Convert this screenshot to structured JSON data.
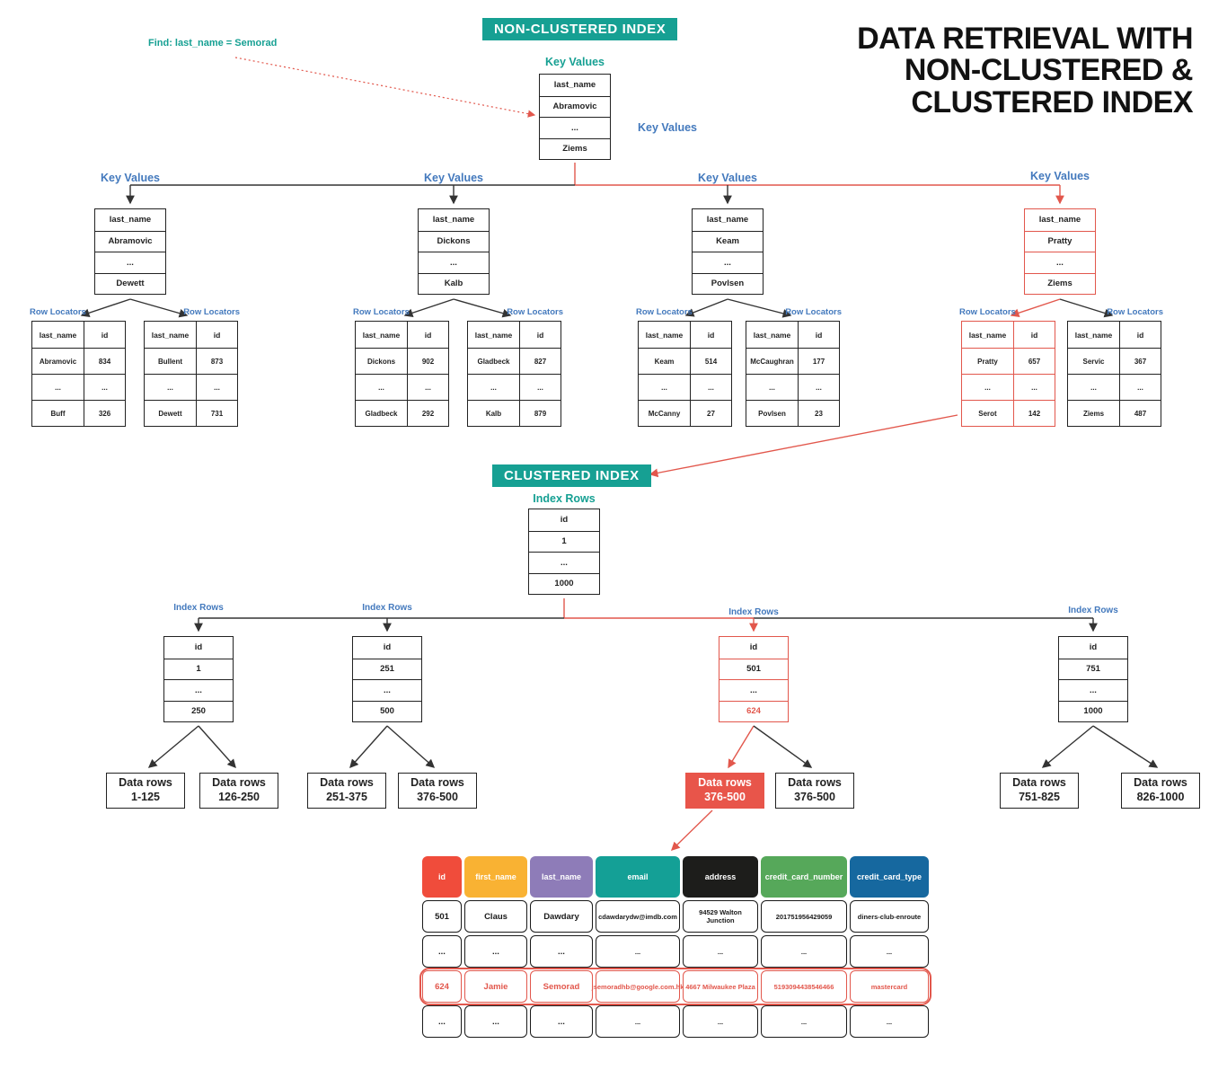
{
  "colors": {
    "teal": "#16A093",
    "blue": "#4379BD",
    "red": "#E2574C",
    "red_fill": "#E8554A"
  },
  "title_lines": [
    "DATA RETRIEVAL WITH",
    "NON-CLUSTERED &",
    "CLUSTERED INDEX"
  ],
  "find_label": "Find: last_name = Semorad",
  "non_clustered": {
    "badge": "NON-CLUSTERED INDEX",
    "root": {
      "title": "Key Values",
      "side_title": "Key Values",
      "header": "last_name",
      "rows": [
        "Abramovic",
        "...",
        "Ziems"
      ]
    },
    "nodes": [
      {
        "title": "Key Values",
        "header": "last_name",
        "rows": [
          "Abramovic",
          "...",
          "Dewett"
        ]
      },
      {
        "title": "Key Values",
        "header": "last_name",
        "rows": [
          "Dickons",
          "...",
          "Kalb"
        ]
      },
      {
        "title": "Key Values",
        "header": "last_name",
        "rows": [
          "Keam",
          "...",
          "Povlsen"
        ]
      },
      {
        "title": "Key Values",
        "header": "last_name",
        "rows": [
          "Pratty",
          "...",
          "Ziems"
        ]
      }
    ],
    "locators": [
      {
        "title": "Row Locators",
        "headers": [
          "last_name",
          "id"
        ],
        "rows": [
          [
            "Abramovic",
            "834"
          ],
          [
            "...",
            "..."
          ],
          [
            "Buff",
            "326"
          ]
        ]
      },
      {
        "title": "Row Locators",
        "headers": [
          "last_name",
          "id"
        ],
        "rows": [
          [
            "Bullent",
            "873"
          ],
          [
            "...",
            "..."
          ],
          [
            "Dewett",
            "731"
          ]
        ]
      },
      {
        "title": "Row Locators",
        "headers": [
          "last_name",
          "id"
        ],
        "rows": [
          [
            "Dickons",
            "902"
          ],
          [
            "...",
            "..."
          ],
          [
            "Gladbeck",
            "292"
          ]
        ]
      },
      {
        "title": "Row Locators",
        "headers": [
          "last_name",
          "id"
        ],
        "rows": [
          [
            "Gladbeck",
            "827"
          ],
          [
            "...",
            "..."
          ],
          [
            "Kalb",
            "879"
          ]
        ]
      },
      {
        "title": "Row Locators",
        "headers": [
          "last_name",
          "id"
        ],
        "rows": [
          [
            "Keam",
            "514"
          ],
          [
            "...",
            "..."
          ],
          [
            "McCanny",
            "27"
          ]
        ]
      },
      {
        "title": "Row Locators",
        "headers": [
          "last_name",
          "id"
        ],
        "rows": [
          [
            "McCaughran",
            "177"
          ],
          [
            "...",
            "..."
          ],
          [
            "Povlsen",
            "23"
          ]
        ]
      },
      {
        "title": "Row Locators",
        "headers": [
          "last_name",
          "id"
        ],
        "rows": [
          [
            "Pratty",
            "657"
          ],
          [
            "...",
            "..."
          ],
          [
            "Serot",
            "142"
          ]
        ]
      },
      {
        "title": "Row Locators",
        "headers": [
          "last_name",
          "id"
        ],
        "rows": [
          [
            "Servic",
            "367"
          ],
          [
            "...",
            "..."
          ],
          [
            "Ziems",
            "487"
          ]
        ]
      }
    ]
  },
  "clustered": {
    "badge": "CLUSTERED INDEX",
    "root": {
      "title": "Index Rows",
      "header": "id",
      "rows": [
        "1",
        "...",
        "1000"
      ]
    },
    "nodes": [
      {
        "title": "Index Rows",
        "header": "id",
        "rows": [
          "1",
          "...",
          "250"
        ]
      },
      {
        "title": "Index Rows",
        "header": "id",
        "rows": [
          "251",
          "...",
          "500"
        ]
      },
      {
        "title": "Index Rows",
        "header": "id",
        "rows": [
          "501",
          "...",
          "624"
        ]
      },
      {
        "title": "Index Rows",
        "header": "id",
        "rows": [
          "751",
          "...",
          "1000"
        ]
      }
    ],
    "data_boxes": [
      {
        "line1": "Data rows",
        "line2": "1-125"
      },
      {
        "line1": "Data rows",
        "line2": "126-250"
      },
      {
        "line1": "Data rows",
        "line2": "251-375"
      },
      {
        "line1": "Data rows",
        "line2": "376-500"
      },
      {
        "line1": "Data rows",
        "line2": "376-500"
      },
      {
        "line1": "Data rows",
        "line2": "376-500"
      },
      {
        "line1": "Data rows",
        "line2": "751-825"
      },
      {
        "line1": "Data rows",
        "line2": "826-1000"
      }
    ]
  },
  "grid": {
    "columns": [
      {
        "label": "id",
        "bg": "#F04C3B"
      },
      {
        "label": "first_name",
        "bg": "#F9B233"
      },
      {
        "label": "last_name",
        "bg": "#8E7CB8"
      },
      {
        "label": "email",
        "bg": "#14A096"
      },
      {
        "label": "address",
        "bg": "#1D1D1B"
      },
      {
        "label": "credit_card_number",
        "bg": "#56A85A"
      },
      {
        "label": "credit_card_type",
        "bg": "#16689F"
      }
    ],
    "rows": [
      [
        "501",
        "Claus",
        "Dawdary",
        "cdawdarydw@imdb.com",
        "94529 Walton Junction",
        "201751956429059",
        "diners-club-enroute"
      ],
      [
        "...",
        "...",
        "...",
        "...",
        "...",
        "...",
        "..."
      ],
      [
        "624",
        "Jamie",
        "Semorad",
        "jsemoradhb@google.com.hk",
        "4667 Milwaukee Plaza",
        "5193094438546466",
        "mastercard"
      ],
      [
        "...",
        "...",
        "...",
        "...",
        "...",
        "...",
        "..."
      ]
    ]
  }
}
